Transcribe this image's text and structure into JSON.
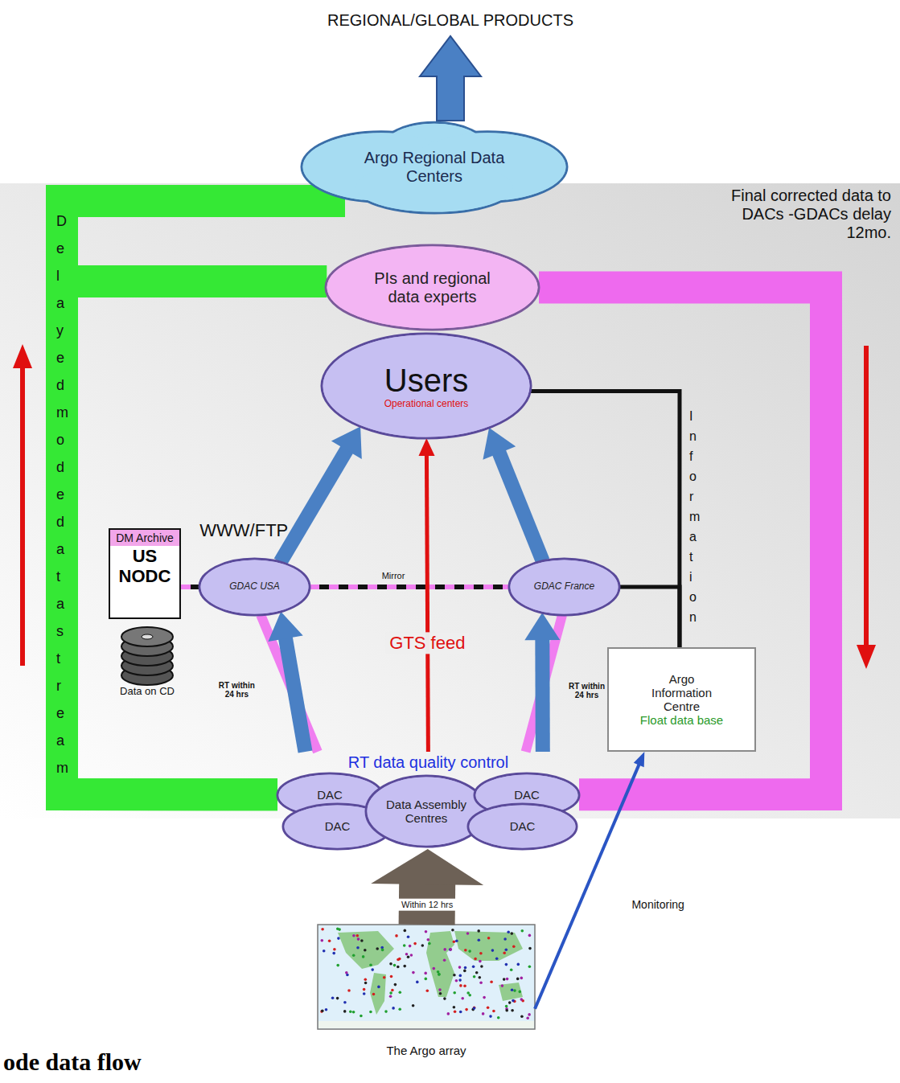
{
  "diagram": {
    "caption": "ode data flow",
    "nodes": [
      {
        "text": [
          "Argo Regional Data Centers"
        ]
      },
      {
        "text": [
          "PIs and regional data experts"
        ]
      },
      {
        "text": [
          "Users",
          "Operational centers"
        ]
      },
      {
        "text": [
          "DM Archive",
          "US NODC"
        ]
      },
      {
        "text": [
          "GDAC USA"
        ]
      },
      {
        "text": [
          "GDAC France"
        ]
      },
      {
        "text": [
          "Argo Information Centre",
          "Float data base"
        ]
      },
      {
        "text": [
          "RT data quality control"
        ]
      },
      {
        "text": [
          "DAC"
        ],
        "in": 7
      },
      {
        "text": [
          "DAC"
        ],
        "in": 7
      },
      {
        "text": [
          "Data Assembly Centres"
        ],
        "in": 7
      },
      {
        "text": [
          "DAC"
        ],
        "in": 7
      },
      {
        "text": [
          "DAC"
        ],
        "in": 7
      },
      {
        "text": [
          "The Argo array"
        ]
      }
    ],
    "edges": [
      {
        "from": 7,
        "to": 0,
        "arrow": "none"
      },
      {
        "from": 7,
        "to": 1,
        "arrow": "none"
      },
      {
        "from": 1,
        "to": 7,
        "arrow": "none"
      },
      {
        "from": 13,
        "to": 7,
        "label": "Within 12 hrs",
        "arrow": "to"
      },
      {
        "from": 7,
        "to": 4,
        "label": "RT within 24 hrs",
        "arrow": "to"
      },
      {
        "from": 7,
        "to": 5,
        "label": "RT within 24 hrs",
        "arrow": "to"
      },
      {
        "from": 7,
        "to": 2,
        "label": "GTS feed",
        "arrow": "to"
      },
      {
        "from": 4,
        "to": 2,
        "label": "WWW/FTP",
        "arrow": "to"
      },
      {
        "from": 5,
        "to": 2,
        "arrow": "to"
      },
      {
        "from": 4,
        "to": 5,
        "label": "Mirror",
        "arrow": "none"
      },
      {
        "from": 3,
        "to": 4,
        "arrow": "none"
      },
      {
        "from": 2,
        "to": 6,
        "arrow": "none"
      },
      {
        "from": 5,
        "to": 6,
        "arrow": "none"
      },
      {
        "from": 4,
        "to": 7,
        "arrow": "none"
      },
      {
        "from": 5,
        "to": 7,
        "arrow": "none"
      },
      {
        "from": 13,
        "to": 6,
        "label": "Monitoring",
        "arrow": "to"
      }
    ],
    "labels": [
      "REGIONAL/GLOBAL PRODUCTS",
      "Delayed mode data stream",
      "Final corrected data to DACs -GDACs delay 12mo.",
      "Information",
      "Data on CD"
    ]
  }
}
